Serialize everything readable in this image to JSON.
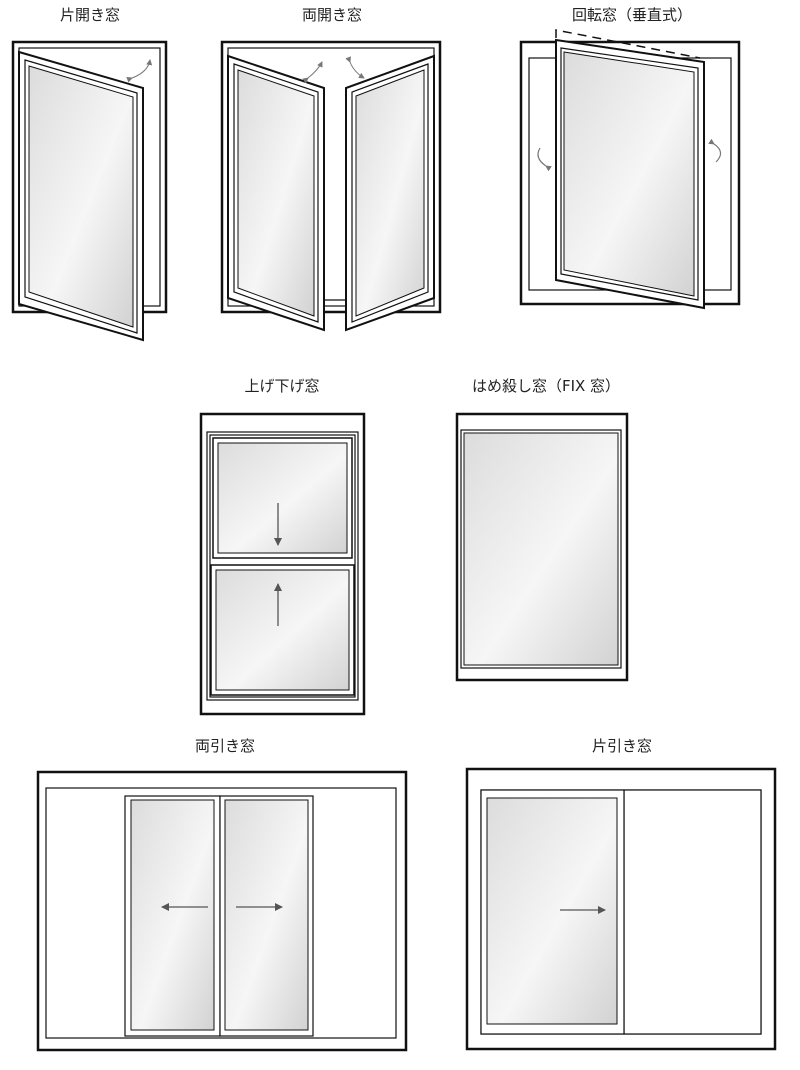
{
  "labels": {
    "casement_single": "片開き窓",
    "casement_double": "両開き窓",
    "pivot_vertical": "回転窓（垂直式）",
    "double_hung": "上げ下げ窓",
    "fixed": "はめ殺し窓（FIX 窓）",
    "double_sliding": "両引き窓",
    "single_sliding": "片引き窓"
  },
  "colors": {
    "line": "#111111",
    "glass_light": "#ffffff",
    "glass_dark": "#d6d6d6",
    "arrow": "#555555"
  }
}
